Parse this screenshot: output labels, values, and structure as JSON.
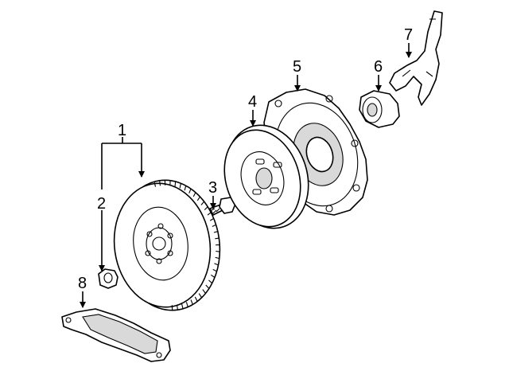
{
  "diagram": {
    "background": "#ffffff",
    "line_color": "#000000",
    "callouts": [
      {
        "id": "1",
        "text": "1"
      },
      {
        "id": "2",
        "text": "2"
      },
      {
        "id": "3",
        "text": "3"
      },
      {
        "id": "4",
        "text": "4"
      },
      {
        "id": "5",
        "text": "5"
      },
      {
        "id": "6",
        "text": "6"
      },
      {
        "id": "7",
        "text": "7"
      },
      {
        "id": "8",
        "text": "8"
      }
    ]
  }
}
